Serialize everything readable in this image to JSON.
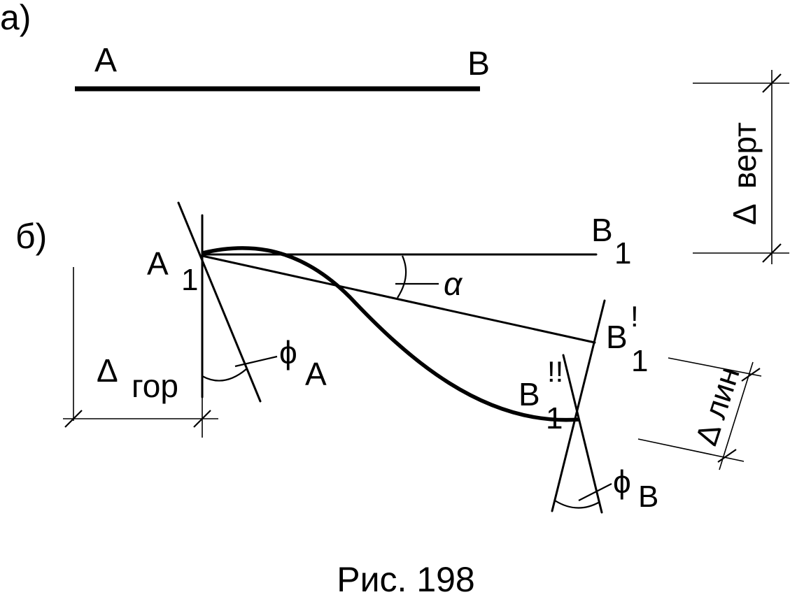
{
  "panel_a": {
    "label": "а)",
    "point_a": "A",
    "point_b": "B"
  },
  "panel_b": {
    "label": "б)",
    "point_a1_main": "A",
    "point_a1_sub": "1",
    "point_b1_main": "B",
    "point_b1_sub": "1",
    "point_b1p_main": "B",
    "point_b1p_sub": "1",
    "point_b1p_mark": "!",
    "point_b1pp_main": "B",
    "point_b1pp_sub": "1",
    "point_b1pp_mark": "!!",
    "angle_alpha": "α",
    "phi_a_main": "ϕ",
    "phi_a_sub": "A",
    "phi_b_main": "ϕ",
    "phi_b_sub": "B",
    "delta_vert_symbol": "Δ",
    "delta_vert_sub": "верт",
    "delta_gor_symbol": "Δ",
    "delta_gor_sub": "гор",
    "delta_lin_symbol": "Δ",
    "delta_lin_sub": "лин"
  },
  "caption": "Рис. 198"
}
